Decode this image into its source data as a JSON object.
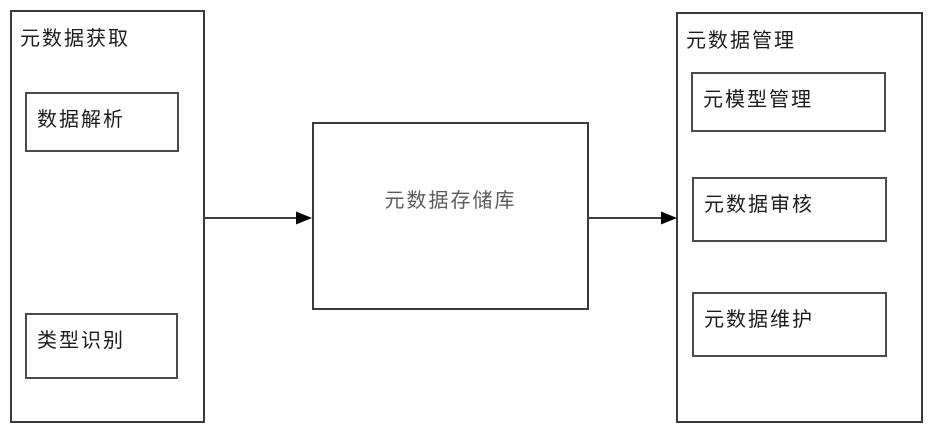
{
  "diagram": {
    "left_panel": {
      "title": "元数据获取",
      "items": [
        {
          "label": "数据解析"
        },
        {
          "label": "类型识别"
        }
      ]
    },
    "center_box": {
      "label": "元数据存储库"
    },
    "right_panel": {
      "title": "元数据管理",
      "items": [
        {
          "label": "元模型管理"
        },
        {
          "label": "元数据审核"
        },
        {
          "label": "元数据维护"
        }
      ]
    },
    "colors": {
      "border": "#3b3b3b",
      "text": "#1c1c1c",
      "center_text": "#5b5b5b",
      "arrow": "#000000",
      "background": "#ffffff"
    }
  }
}
